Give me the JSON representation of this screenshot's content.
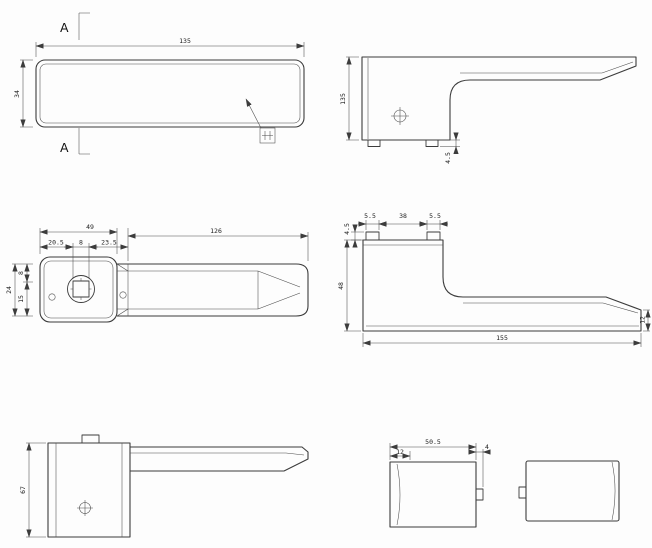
{
  "colors": {
    "background": "#fdfdfd",
    "line": "#3c3c3c",
    "dim_line": "#4a4a4a",
    "text": "#1e1e1e"
  },
  "icons": {
    "center_mark": "crosshair-circle",
    "surface_detail": "hatched-square-callout",
    "section_marker": "section-line-A"
  },
  "plan": {
    "section_marker": "A",
    "dim_length": "135",
    "dim_width": "34"
  },
  "side_upper": {
    "dim_height": "135",
    "dim_foot": "4.5"
  },
  "front": {
    "dim_rose_width": "49",
    "dim_offset_left": "20.5",
    "dim_spindle": "8",
    "dim_offset_right": "23.5",
    "dim_grip_length": "126",
    "dim_bar_height": "24",
    "dim_upper": "8",
    "dim_lower": "15"
  },
  "side_middle": {
    "dim_tab_left": "5.5",
    "dim_span": "38",
    "dim_tab_right": "5.5",
    "dim_tab_height": "4.5",
    "dim_body_height": "48",
    "dim_overall": "155",
    "dim_tip": "12"
  },
  "side_lower": {
    "dim_height": "67"
  },
  "end_caps": {
    "dim_width": "50.5",
    "dim_face": "12",
    "dim_tab": "4"
  }
}
